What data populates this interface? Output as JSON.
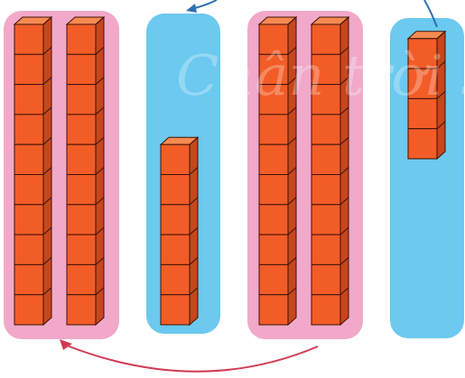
{
  "colors": {
    "background": "#ffffff",
    "pink_panel": "#f2a9c9",
    "blue_panel": "#6cc9ef",
    "cube_front": "#f25c27",
    "cube_top": "#f78a52",
    "cube_side": "#c8461b",
    "cube_edge": "#3d1208",
    "arrow_red": "#d23b54",
    "arrow_blue": "#2f6fb0"
  },
  "groups": [
    {
      "name": "group-1",
      "panel": "pink",
      "rods": [
        {
          "cubes": 10
        },
        {
          "cubes": 10
        }
      ]
    },
    {
      "name": "group-2",
      "panel": "blue",
      "rods": [
        {
          "cubes": 6
        }
      ]
    },
    {
      "name": "group-3",
      "panel": "pink",
      "rods": [
        {
          "cubes": 10
        },
        {
          "cubes": 10
        }
      ]
    },
    {
      "name": "group-4",
      "panel": "blue",
      "rods": [
        {
          "cubes": 4
        }
      ]
    }
  ],
  "icons": {
    "arrow_bottom": "curved-arrow-icon",
    "arrow_top": "curved-arrow-icon"
  },
  "watermark": "Chân trời s"
}
